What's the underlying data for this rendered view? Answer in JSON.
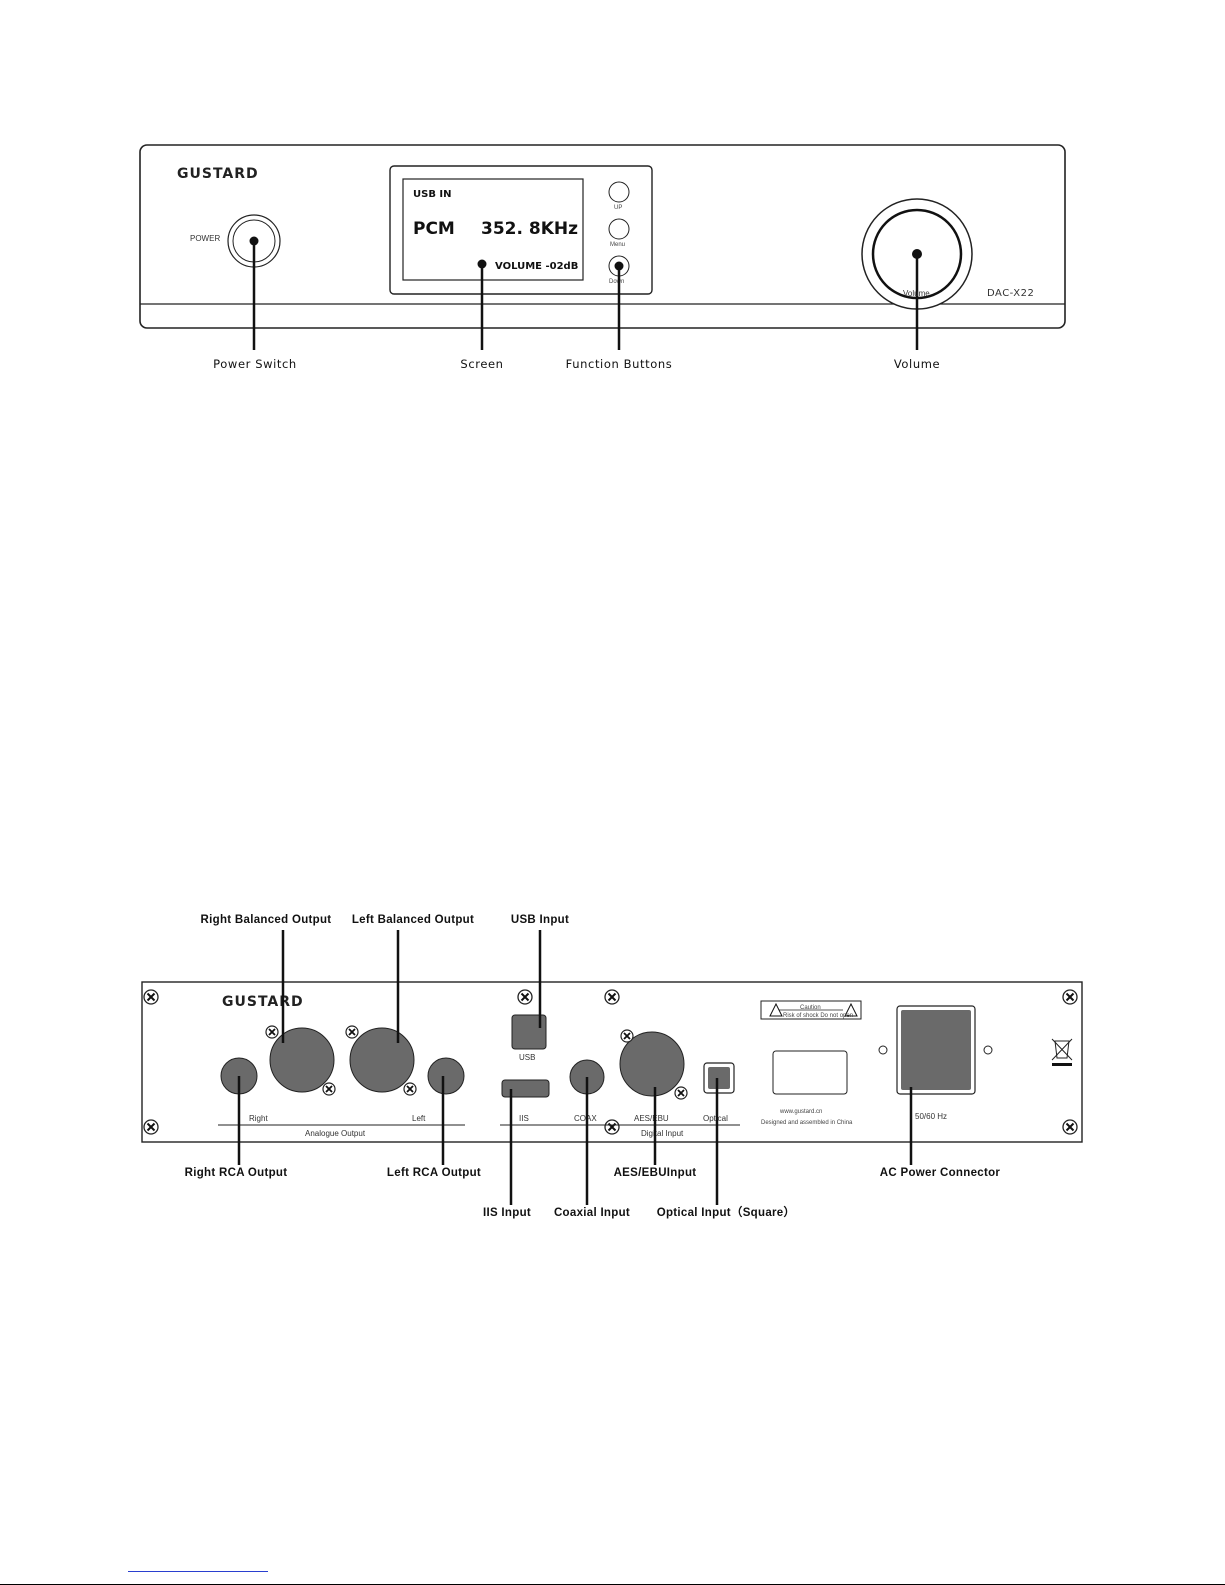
{
  "front": {
    "brand": "GUSTARD",
    "power_label": "POWER",
    "screen": {
      "line1": "USB IN",
      "mode": "PCM",
      "rate": "352. 8KHz",
      "volume": "VOLUME -02dB"
    },
    "buttons": [
      "UP",
      "Menu",
      "Down"
    ],
    "volume_knob_label": "Volume",
    "model": "DAC-X22",
    "callouts": {
      "power_switch": "Power Switch",
      "screen": "Screen",
      "function_buttons": "Function Buttons",
      "volume": "Volume"
    }
  },
  "rear": {
    "brand": "GUSTARD",
    "port_labels": {
      "right": "Right",
      "left": "Left",
      "analogue_output": "Analogue Output",
      "usb": "USB",
      "iis": "IIS",
      "coax": "COAX",
      "aes_ebu": "AES/EBU",
      "optical": "Optical",
      "digital_input": "Digital Input",
      "hz": "50/60 Hz"
    },
    "caution": {
      "title": "Caution",
      "text": "Risk of shock Do not open"
    },
    "website": "www.gustard.cn",
    "made_in": "Designed and assembled in China",
    "callouts": {
      "right_balanced_output": "Right Balanced Output",
      "left_balanced_output": "Left Balanced Output",
      "usb_input": "USB Input",
      "right_rca_output": "Right RCA Output",
      "left_rca_output": "Left RCA Output",
      "aes_ebu_input": "AES/EBUInput",
      "ac_power_connector": "AC Power Connector",
      "iis_input": "IIS Input",
      "coaxial_input": "Coaxial Input",
      "optical_input": "Optical Input（Square）"
    }
  }
}
